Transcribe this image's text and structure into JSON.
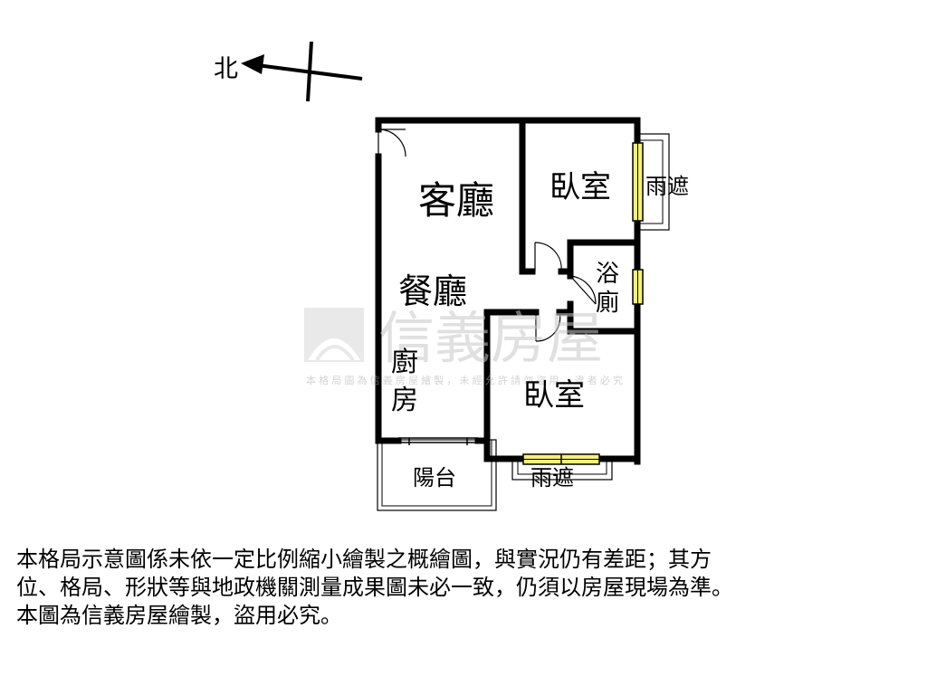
{
  "compass": {
    "north_label": "北"
  },
  "rooms": {
    "living_room": "客廳",
    "dining_room": "餐廳",
    "kitchen_line1": "廚",
    "kitchen_line2": "房",
    "bedroom_top": "臥室",
    "bedroom_bottom": "臥室",
    "bath_line1": "浴",
    "bath_line2": "廁",
    "balcony": "陽台",
    "awning_right": "雨遮",
    "awning_bottom": "雨遮"
  },
  "watermark": {
    "brand": "信義房屋",
    "notice": "本格局圖為信義房屋繪製，未經允許請勿盜用，違者必究"
  },
  "disclaimer": {
    "line1": "本格局示意圖係未依一定比例縮小繪製之概繪圖，與實況仍有差距；其方",
    "line2": "位、格局、形狀等與地政機關測量成果圖未必一致，仍須以房屋現場為準。",
    "line3": "本圖為信義房屋繪製，盜用必究。"
  },
  "colors": {
    "wall": "#000000",
    "window_fill": "#f5f07a",
    "watermark": "#d8d8d8"
  }
}
